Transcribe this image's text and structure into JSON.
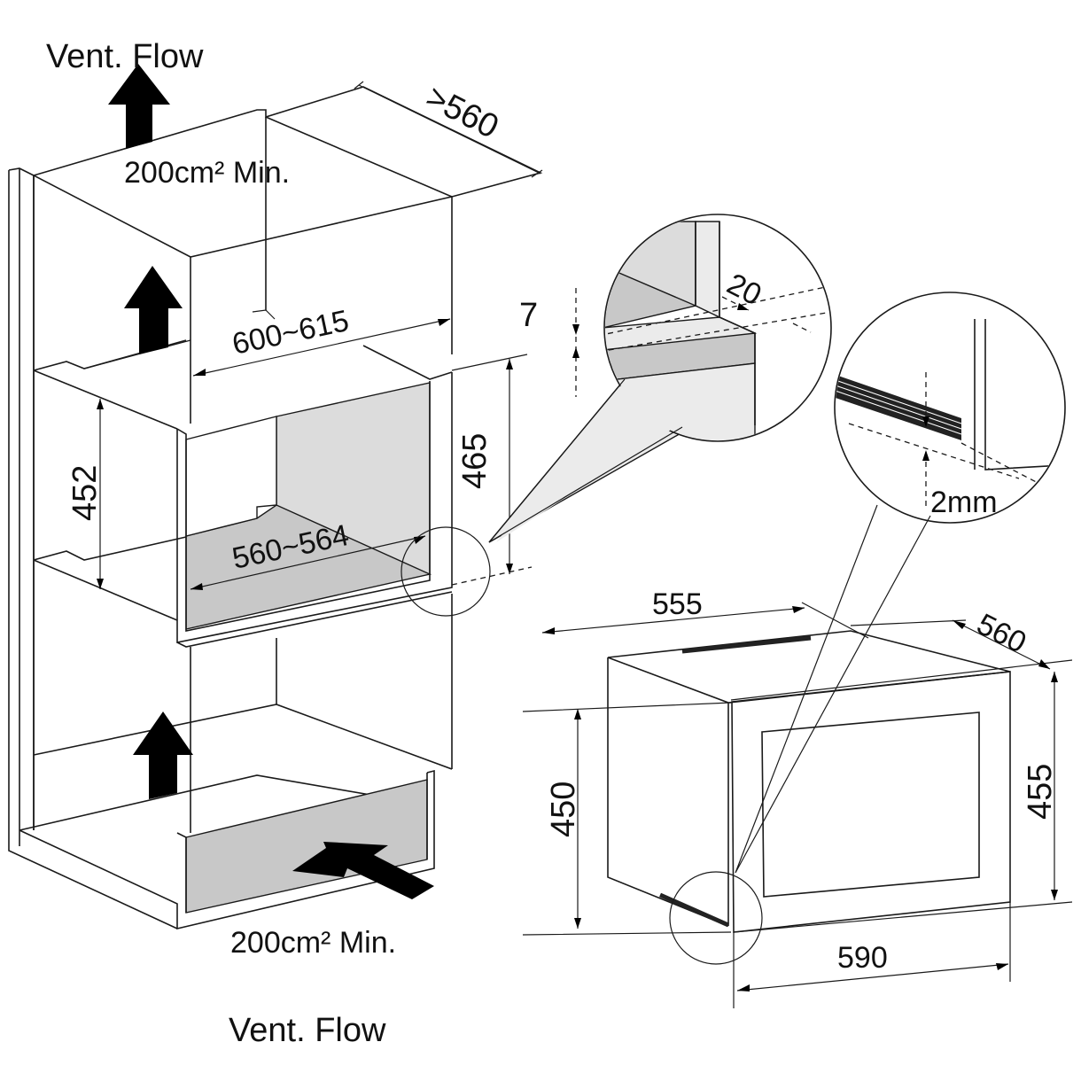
{
  "diagram": {
    "title": "Built-in oven installation dimensions",
    "labels": {
      "vent_flow_top": "Vent. Flow",
      "vent_flow_bottom": "Vent. Flow",
      "area_top": "200cm² Min.",
      "area_bottom": "200cm² Min.",
      "cabinet_depth": ">560",
      "cabinet_width": "600~615",
      "niche_width": "560~564",
      "niche_height_left": "452",
      "niche_height_right": "465",
      "gap_7": "7",
      "detail_20": "20",
      "detail_2mm": "2mm",
      "oven_width_top": "555",
      "oven_depth": "560",
      "oven_height_left": "450",
      "oven_height_right": "455",
      "oven_front_width": "590"
    },
    "units": "mm",
    "colors": {
      "line": "#1a1a1a",
      "fill_grey": "#c8c8c8",
      "fill_light": "#dcdcdc"
    }
  }
}
